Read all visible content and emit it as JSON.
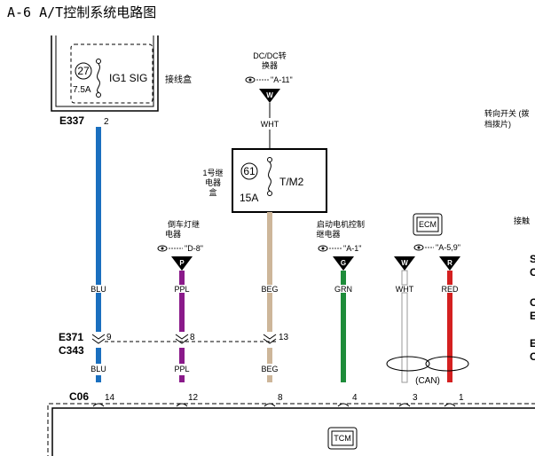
{
  "title": "A-6 A/T控制系统电路图",
  "junction_box": {
    "label": "接线盒",
    "fuse_number": "27",
    "fuse_rating": "7.5A",
    "fuse_name": "IG1 SIG",
    "connector": "E337",
    "pin": "2"
  },
  "dcdc": {
    "label_line1": "DC/DC转",
    "label_line2": "换器",
    "ref": "\"A-11\"",
    "letter": "W",
    "wire_color": "WHT"
  },
  "relay_box": {
    "label_line1": "1号继",
    "label_line2": "电器",
    "label_line3": "盒",
    "fuse_number": "61",
    "fuse_name": "T/M2",
    "fuse_rating": "15A"
  },
  "reverse_relay": {
    "label_line1": "倒车灯继",
    "label_line2": "电器",
    "ref": "\"D-8\"",
    "letter": "P"
  },
  "starter_relay": {
    "label_line1": "启动电机控制",
    "label_line2": "继电器",
    "ref": "\"A-1\"",
    "letter": "G"
  },
  "ecm": {
    "label": "ECM",
    "ref": "\"A-5,9\"",
    "letter_w": "W",
    "letter_r": "R"
  },
  "right_labels": {
    "turn_switch_1": "转向开关 (拨",
    "turn_switch_2": "档拨片)",
    "contact": "接触",
    "cut1": "S",
    "cut2": "C",
    "cut3": "C",
    "cut4": "E",
    "cut5": "E",
    "cut6": "C"
  },
  "wire_colors_top": [
    "BLU",
    "PPL",
    "BEG",
    "GRN",
    "WHT",
    "RED"
  ],
  "wire_colors_bottom": [
    "BLU",
    "PPL",
    "BEG"
  ],
  "connector_e371": "E371",
  "connector_c343": "C343",
  "pins_mid": [
    "9",
    "8",
    "13"
  ],
  "connector_c06": "C06",
  "pins_bottom": [
    "14",
    "12",
    "8",
    "4",
    "3",
    "1"
  ],
  "can_label": "(CAN)",
  "tcm": {
    "label": "TCM"
  },
  "colors": {
    "blu": "#1a6fbf",
    "ppl": "#8a1a8a",
    "beg": "#cdb69a",
    "grn": "#1e8c3a",
    "red": "#d42020",
    "wht_outline": "#9a9a9a"
  }
}
